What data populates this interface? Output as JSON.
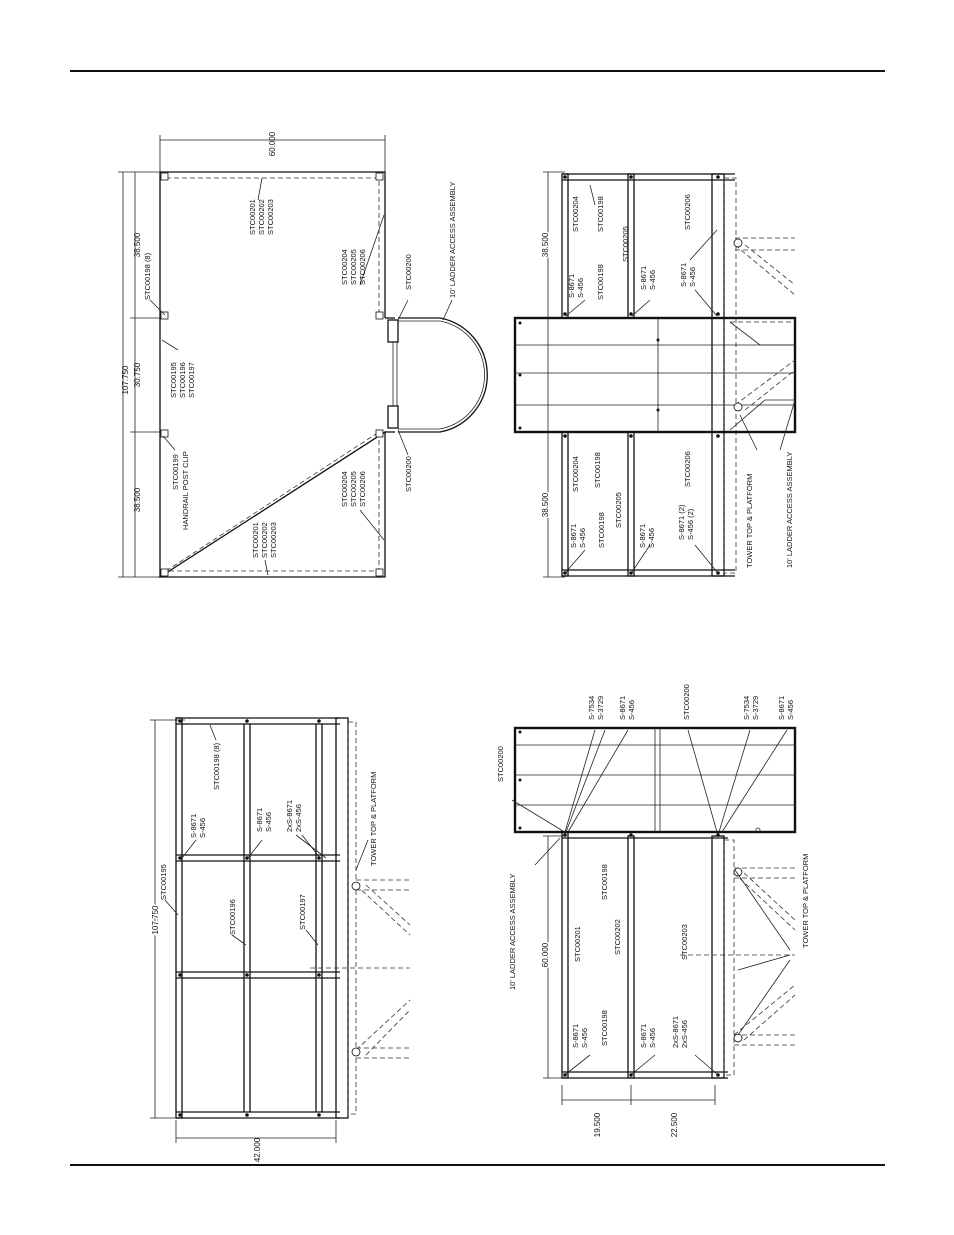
{
  "views": {
    "top_left": {
      "dims": {
        "overall_length": "107.750",
        "seg_a": "38.500",
        "seg_b": "30.750",
        "seg_c": "38.500",
        "width": "60.000"
      },
      "labels": {
        "stc201_a": "STC00201",
        "stc202_a": "STC00202",
        "stc203_a": "STC00203",
        "stc198_8": "STC00198 (8)",
        "stc195": "STC00195",
        "stc196": "STC00196",
        "stc197": "STC00197",
        "stc199": "STC00199",
        "handrail_clip": "HANDRAIL POST CLIP",
        "stc201_b": "STC00201",
        "stc202_b": "STC00202",
        "stc203_b": "STC00203",
        "stc204_a": "STC00204",
        "stc205_a": "STC00205",
        "stc206_a": "STC00206",
        "stc204_b": "STC00204",
        "stc205_b": "STC00205",
        "stc206_b": "STC00206",
        "stc200_a": "STC00200",
        "stc200_b": "STC00200",
        "ladder": "10' LADDER ACCESS ASSEMBLY"
      }
    },
    "top_right": {
      "dims": {
        "seg_a": "38.500",
        "seg_b": "38.500"
      },
      "labels": {
        "stc204_a": "STC00204",
        "stc198_a": "STC00198",
        "stc198_b": "STC00198",
        "stc205_a": "STC00205",
        "stc206_a": "STC00206",
        "s8671_a": "S-8671",
        "s456_a": "S-456",
        "s8671_b": "S-8671",
        "s456_b": "S-456",
        "s8671_c": "S-8671",
        "s456_c": "S-456",
        "stc204_b": "STC00204",
        "stc198_c": "STC00198",
        "stc198_d": "STC00198",
        "stc205_b": "STC00205",
        "stc206_b": "STC00206",
        "s8671_d": "S-8671",
        "s456_d": "S-456",
        "s8671_e": "S-8671",
        "s456_e": "S-456",
        "s8671_f": "S-8671 (2)",
        "s456_f": "S-456 (2)",
        "tower": "TOWER TOP & PLATFORM",
        "ladder": "10' LADDER ACCESS ASSEMBLY"
      }
    },
    "bottom_left": {
      "dims": {
        "length": "107.750",
        "width": "42.000"
      },
      "labels": {
        "stc198_8": "STC00198 (8)",
        "s8671_a": "S-8671",
        "s456_a": "S-456",
        "s8671_b": "S-8671",
        "s456_b": "S-456",
        "s8671_c": "2xS-8671",
        "s456_c": "2xS-456",
        "stc195": "STC00195",
        "stc196": "STC00196",
        "stc197": "STC00197",
        "tower": "TOWER TOP & PLATFORM"
      }
    },
    "bottom_right": {
      "dims": {
        "width": "60.000",
        "seg_a": "19.500",
        "seg_b": "22.500"
      },
      "labels": {
        "stc200_a": "STC00200",
        "s7534_a": "S-7534",
        "s3729_a": "S-3729",
        "s8671_a": "S-8671",
        "s456_a": "S-456",
        "stc200_b": "STC00200",
        "s7534_b": "S-7534",
        "s3729_b": "S-3729",
        "s8671_b": "S-8671",
        "s456_b": "S-456",
        "ladder": "10' LADDER ACCESS ASSEMBLY",
        "stc198_a": "STC00198",
        "stc201": "STC00201",
        "stc202": "STC00202",
        "stc203": "STC00203",
        "stc198_b": "STC00198",
        "s8671_c": "S-8671",
        "s456_c": "S-456",
        "s8671_d": "S-8671",
        "s456_d": "S-456",
        "s8671_e": "2xS-8671",
        "s456_e": "2xS-456",
        "tower": "TOWER TOP & PLATFORM"
      }
    }
  }
}
